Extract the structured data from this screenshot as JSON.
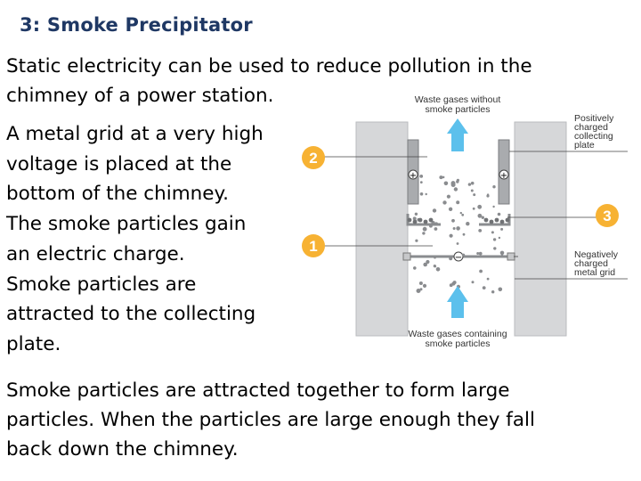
{
  "slide": {
    "title": "3: Smoke Precipitator",
    "intro": [
      "Static electricity can be used to reduce pollution in the",
      "chimney of a power station."
    ],
    "left_lines": [
      "A metal grid at a very high",
      "voltage is placed at the",
      "bottom of the chimney.",
      "The smoke particles gain",
      "an electric charge.",
      "Smoke particles are",
      "attracted to the collecting",
      "plate."
    ],
    "bottom_lines": [
      "Smoke particles are attracted together to form large",
      "particles. When the particles are large enough they fall",
      "back down the chimney."
    ]
  },
  "diagram": {
    "top_label": [
      "Waste gases without",
      "smoke particles"
    ],
    "bottom_label": [
      "Waste gases containing",
      "smoke particles"
    ],
    "plate_label": [
      "Positively",
      "charged",
      "collecting",
      "plate"
    ],
    "grid_label": [
      "Negatively",
      "charged",
      "metal grid"
    ],
    "markers": [
      "2",
      "1",
      "3"
    ],
    "plus_sign": "+",
    "minus_sign": "−",
    "colors": {
      "marker": "#f7b233",
      "arrow": "#5cc0ec",
      "chimney": "#d6d7d9",
      "plate": "#a9abae",
      "particle": "#8a8c8f"
    }
  }
}
